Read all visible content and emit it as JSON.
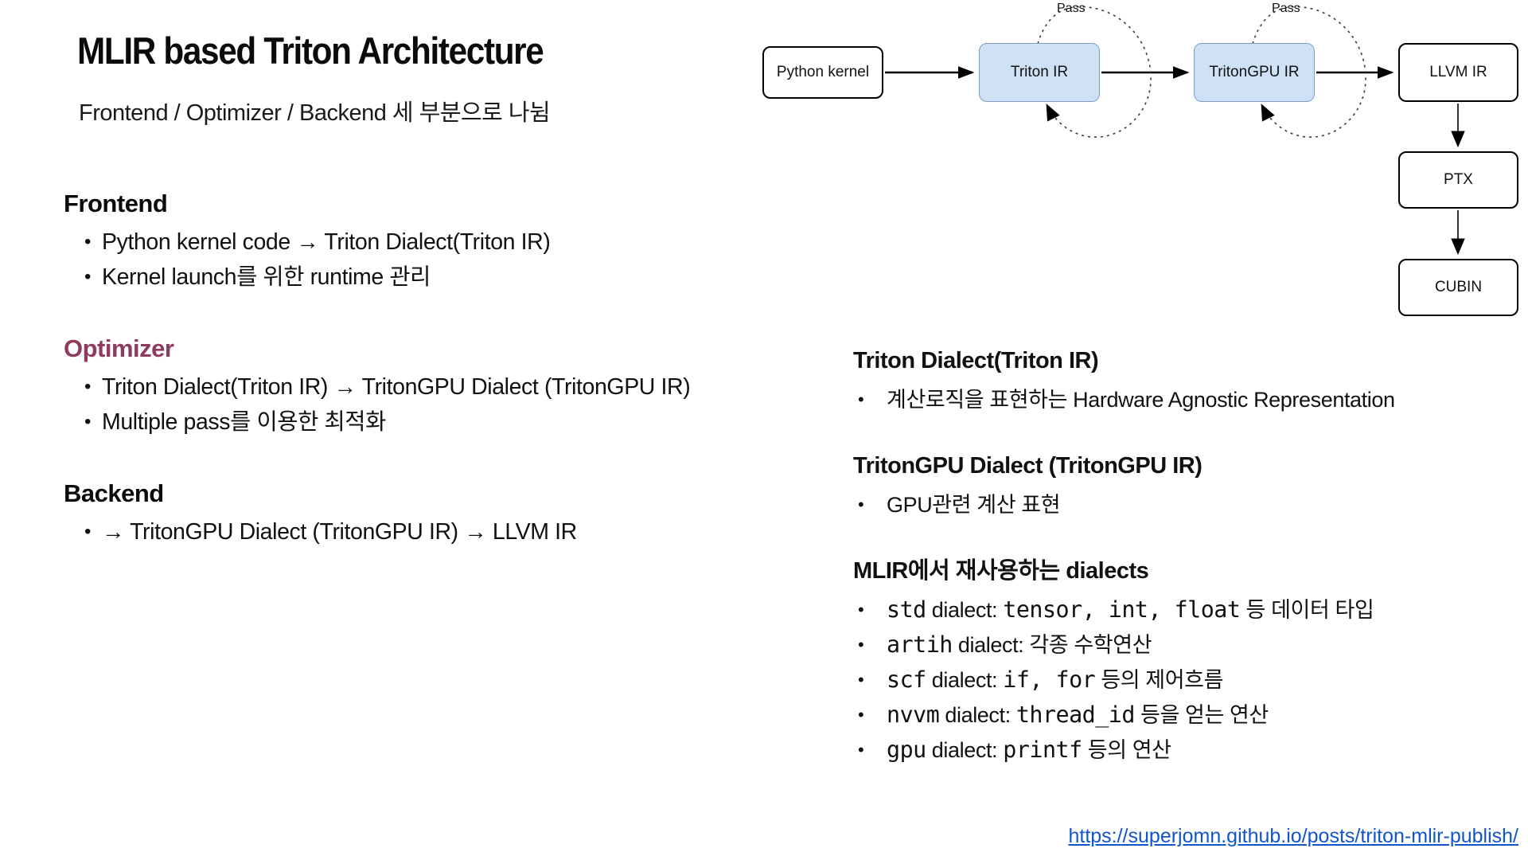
{
  "slide": {
    "title": "MLIR based Triton Architecture",
    "subtitle": "Frontend / Optimizer / Backend 세 부분으로 나뉨"
  },
  "left_sections": [
    {
      "heading": "Frontend",
      "color": "#0b0b0b",
      "bullets": [
        "Python kernel code → Triton Dialect(Triton IR)",
        "Kernel launch를 위한 runtime 관리"
      ]
    },
    {
      "heading": "Optimizer",
      "color": "#8E3B5E",
      "bullets": [
        "Triton Dialect(Triton IR) → TritonGPU Dialect (TritonGPU IR)",
        "Multiple pass를 이용한 최적화"
      ]
    },
    {
      "heading": "Backend",
      "color": "#0b0b0b",
      "bullets": [
        "→ TritonGPU Dialect (TritonGPU IR) → LLVM IR"
      ]
    }
  ],
  "diagram": {
    "pass_label": "Pass",
    "nodes": [
      {
        "id": "python-kernel",
        "label": "Python kernel",
        "type": "plain"
      },
      {
        "id": "triton-ir",
        "label": "Triton IR",
        "type": "highlight"
      },
      {
        "id": "tritongpu-ir",
        "label": "TritonGPU IR",
        "type": "highlight"
      },
      {
        "id": "llvm-ir",
        "label": "LLVM IR",
        "type": "plain"
      },
      {
        "id": "ptx",
        "label": "PTX",
        "type": "plain"
      },
      {
        "id": "cubin",
        "label": "CUBIN",
        "type": "plain"
      }
    ],
    "colors": {
      "highlight_fill": "#CEE1F5",
      "highlight_stroke": "#7E9DC0",
      "plain_stroke": "#000000"
    }
  },
  "right_sections": [
    {
      "heading": "Triton Dialect(Triton IR)",
      "bullets": [
        {
          "segments": [
            {
              "text": "계산로직을 표현하는 Hardware Agnostic Representation",
              "mono": false
            }
          ]
        }
      ]
    },
    {
      "heading": "TritonGPU Dialect (TritonGPU IR)",
      "bullets": [
        {
          "segments": [
            {
              "text": "GPU관련 계산 표현",
              "mono": false
            }
          ]
        }
      ]
    },
    {
      "heading": "MLIR에서 재사용하는 dialects",
      "bullets": [
        {
          "segments": [
            {
              "text": "std",
              "mono": true
            },
            {
              "text": " dialect: ",
              "mono": false
            },
            {
              "text": "tensor, int, float",
              "mono": true
            },
            {
              "text": " 등 데이터 타입",
              "mono": false
            }
          ]
        },
        {
          "segments": [
            {
              "text": "artih",
              "mono": true
            },
            {
              "text": " dialect: ",
              "mono": false
            },
            {
              "text": "각종 수학연산",
              "mono": false
            }
          ]
        },
        {
          "segments": [
            {
              "text": "scf",
              "mono": true
            },
            {
              "text": " dialect: ",
              "mono": false
            },
            {
              "text": "if, for",
              "mono": true
            },
            {
              "text": " 등의 제어흐름",
              "mono": false
            }
          ]
        },
        {
          "segments": [
            {
              "text": "nvvm",
              "mono": true
            },
            {
              "text": " dialect: ",
              "mono": false
            },
            {
              "text": "thread_id",
              "mono": true
            },
            {
              "text": " 등을 얻는 연산",
              "mono": false
            }
          ]
        },
        {
          "segments": [
            {
              "text": "gpu",
              "mono": true
            },
            {
              "text": " dialect: ",
              "mono": false
            },
            {
              "text": "printf",
              "mono": true
            },
            {
              "text": " 등의 연산",
              "mono": false
            }
          ]
        }
      ]
    }
  ],
  "footer": {
    "link_text": "https://superjomn.github.io/posts/triton-mlir-publish/",
    "link_color": "#1155CC"
  }
}
